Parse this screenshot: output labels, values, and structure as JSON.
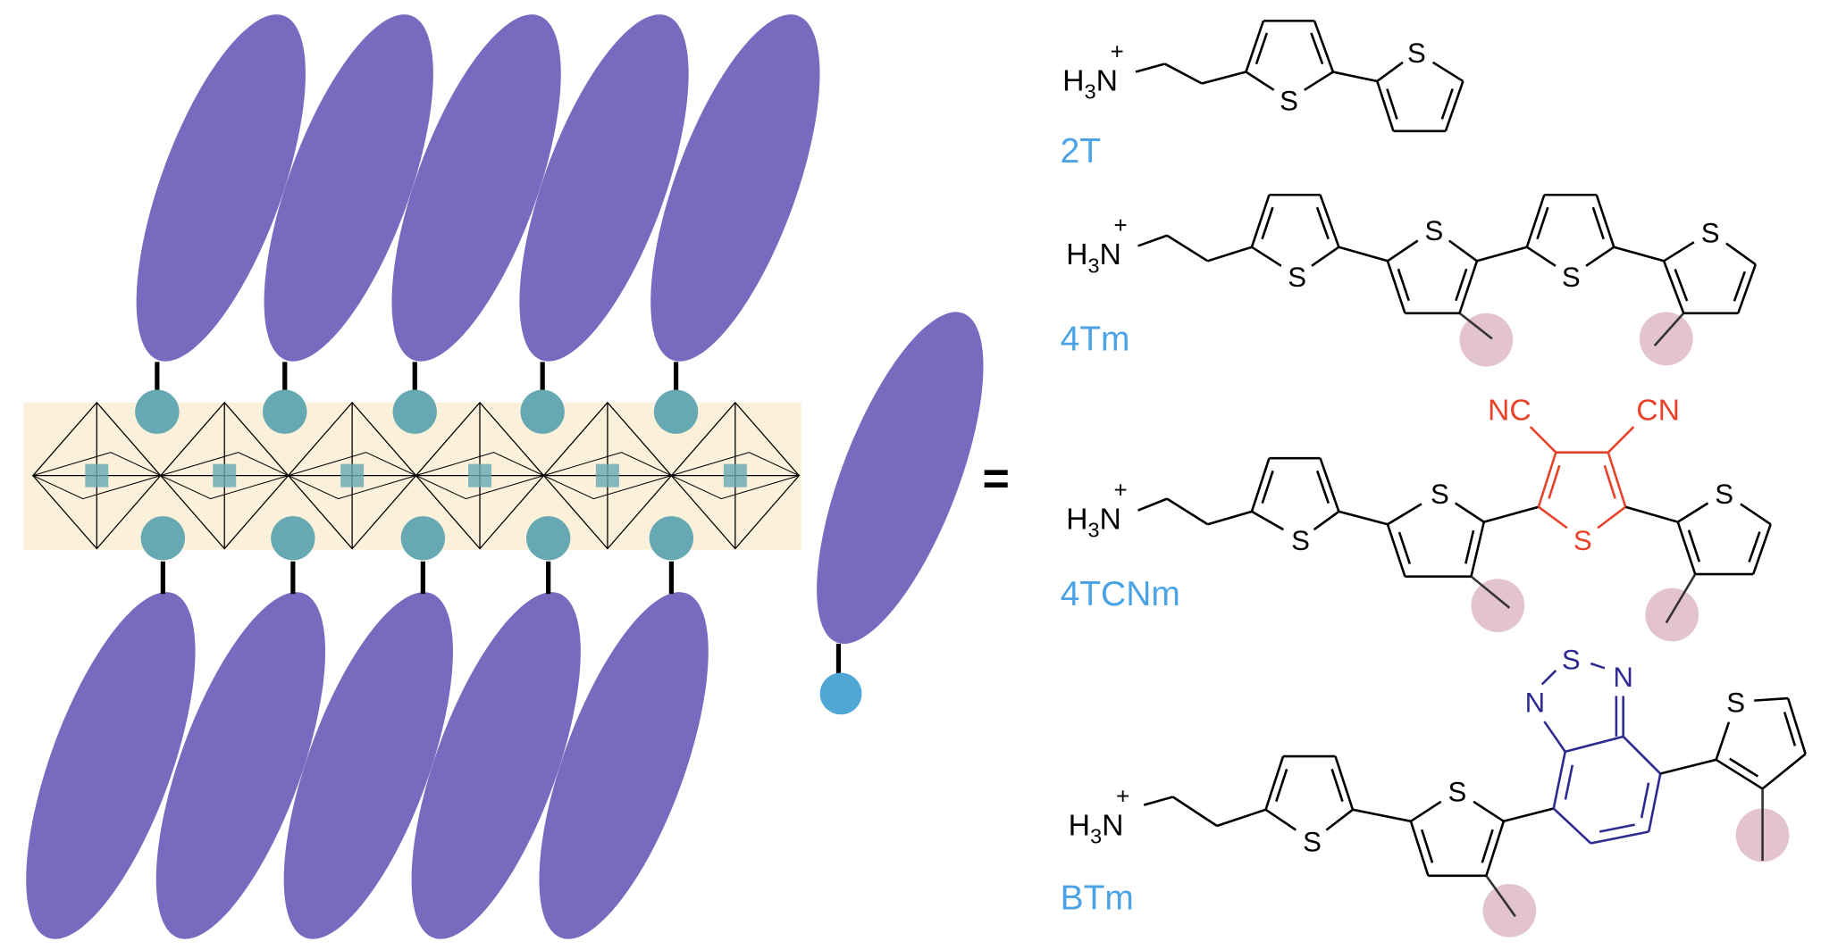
{
  "atoms": {
    "S": "S",
    "N": "N",
    "H3N": "H",
    "sub3": "3",
    "Nplus": "N",
    "plus": "+",
    "NC": "NC",
    "CN": "CN"
  },
  "molecules": [
    {
      "name": "2T"
    },
    {
      "name": "4Tm"
    },
    {
      "name": "4TCNm"
    },
    {
      "name": "BTm"
    }
  ],
  "equals": "=",
  "colors": {
    "ellipse": "#776bbf",
    "headgroup": "#66a9b3",
    "headgroup_single": "#4ea7d4",
    "inorganic_layer": "#fbf0d9",
    "label": "#4ba3e6",
    "cyano_ring": "#e8432a",
    "btd_ring": "#2e2a8f",
    "methyl_highlight": "#e3c4cd"
  }
}
